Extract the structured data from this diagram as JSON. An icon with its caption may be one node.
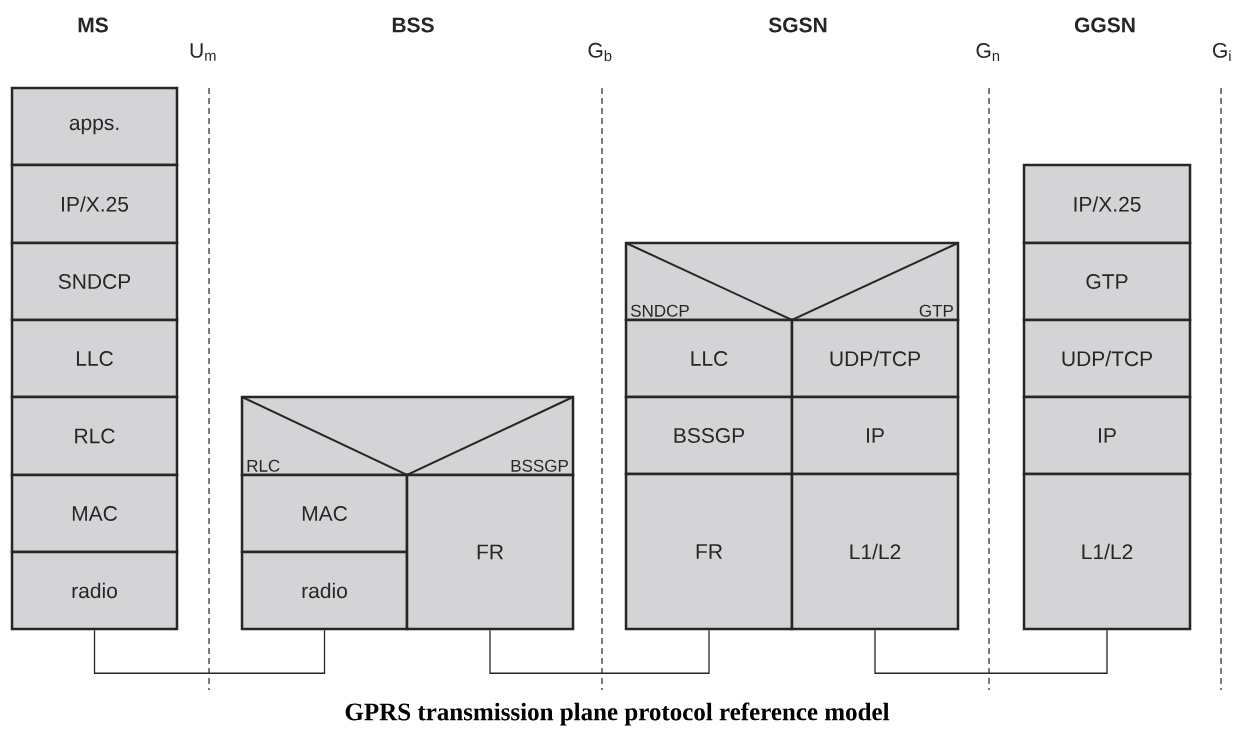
{
  "diagram": {
    "caption": "GPRS transmission plane protocol reference model",
    "nodes": [
      {
        "text": [
          "apps."
        ]
      },
      {
        "text": [
          "IP/X.25"
        ]
      },
      {
        "text": [
          "SNDCP"
        ]
      },
      {
        "text": [
          "LLC"
        ]
      },
      {
        "text": [
          "RLC"
        ]
      },
      {
        "text": [
          "MAC"
        ]
      },
      {
        "text": [
          "radio"
        ]
      },
      {
        "text": [
          "RLC",
          "BSSGP"
        ]
      },
      {
        "text": [
          "MAC"
        ]
      },
      {
        "text": [
          "radio"
        ]
      },
      {
        "text": [
          "FR"
        ]
      },
      {
        "text": [
          "SNDCP",
          "GTP"
        ]
      },
      {
        "text": [
          "LLC"
        ]
      },
      {
        "text": [
          "UDP/TCP"
        ]
      },
      {
        "text": [
          "BSSGP"
        ]
      },
      {
        "text": [
          "IP"
        ]
      },
      {
        "text": [
          "FR"
        ]
      },
      {
        "text": [
          "L1/L2"
        ]
      },
      {
        "text": [
          "IP/X.25"
        ]
      },
      {
        "text": [
          "GTP"
        ]
      },
      {
        "text": [
          "UDP/TCP"
        ]
      },
      {
        "text": [
          "IP"
        ]
      },
      {
        "text": [
          "L1/L2"
        ]
      }
    ],
    "edges": [
      {
        "from": 6,
        "to": 9,
        "arrow": "none"
      },
      {
        "from": 10,
        "to": 16,
        "arrow": "none"
      },
      {
        "from": 17,
        "to": 22,
        "arrow": "none"
      }
    ],
    "labels": [
      "MS",
      "BSS",
      "SGSN",
      "GGSN",
      "U$_{m}$",
      "G$_{b}$",
      "G$_{n}$",
      "G$_{i}$"
    ]
  }
}
